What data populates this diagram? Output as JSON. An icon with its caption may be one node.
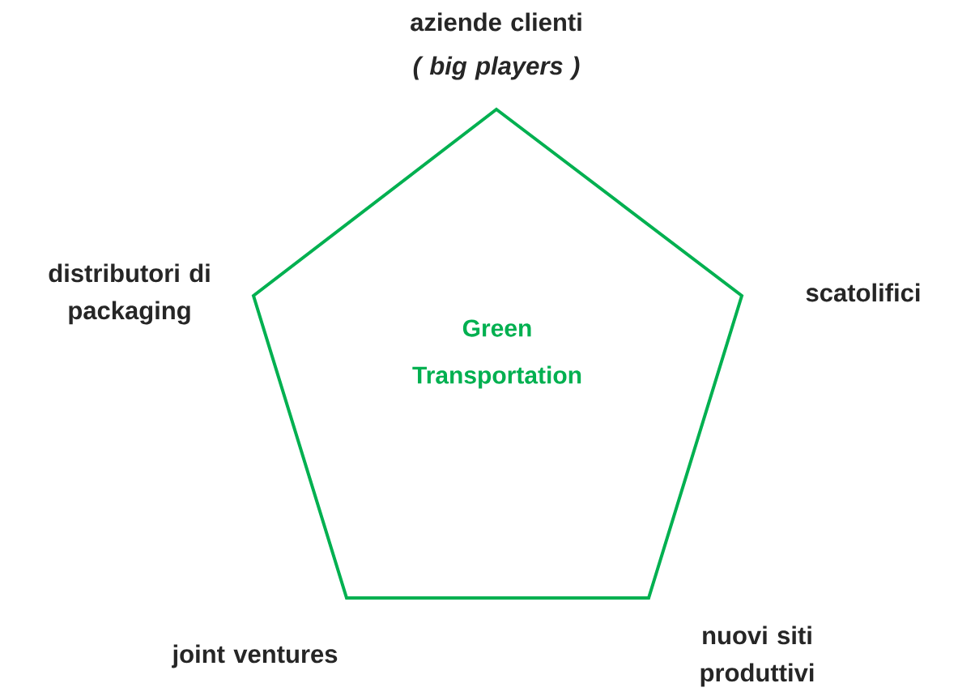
{
  "diagram": {
    "nodes": [
      {
        "text": [
          "Green Transportation"
        ]
      }
    ],
    "edges": [],
    "labels": [
      "aziende clienti",
      "( big players )",
      "distributori di packaging",
      "scatolifici",
      "joint ventures",
      "nuovi siti produttivi"
    ]
  }
}
